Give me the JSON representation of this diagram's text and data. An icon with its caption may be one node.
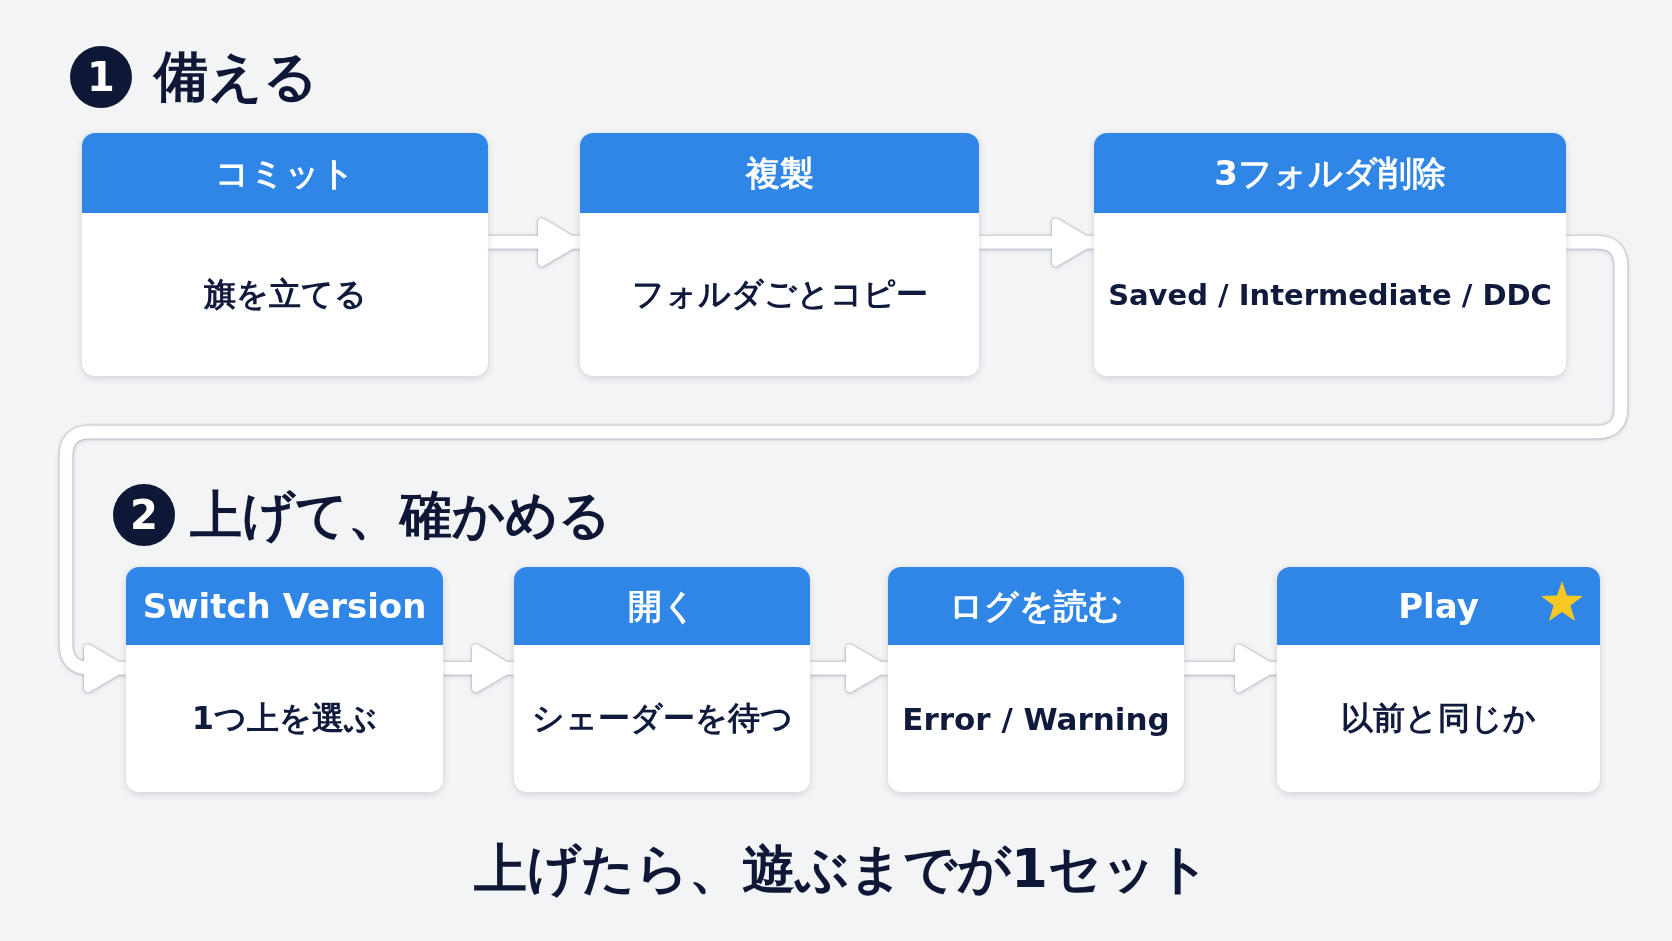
{
  "diagram": {
    "caption": "上げたら、遊ぶまでが1セット",
    "nodes": [
      {
        "text": [
          "コミット",
          "旗を立てる"
        ]
      },
      {
        "text": [
          "複製",
          "フォルダごとコピー"
        ]
      },
      {
        "text": [
          "3フォルダ削除",
          "Saved / Intermediate / DDC"
        ]
      },
      {
        "text": [
          "Switch Version",
          "1つ上を選ぶ"
        ]
      },
      {
        "text": [
          "開く",
          "シェーダーを待つ"
        ]
      },
      {
        "text": [
          "ログを読む",
          "Error / Warning"
        ]
      },
      {
        "text": [
          "Play",
          "以前と同じか"
        ]
      }
    ],
    "edges": [
      {
        "from": 0,
        "to": 1,
        "arrow": "to"
      },
      {
        "from": 1,
        "to": 2,
        "arrow": "to"
      },
      {
        "from": 2,
        "to": 3,
        "arrow": "to"
      },
      {
        "from": 3,
        "to": 4,
        "arrow": "to"
      },
      {
        "from": 4,
        "to": 5,
        "arrow": "to"
      },
      {
        "from": 5,
        "to": 6,
        "arrow": "to"
      }
    ],
    "labels": [
      "1",
      "備える",
      "2",
      "上げて、確かめる"
    ]
  }
}
